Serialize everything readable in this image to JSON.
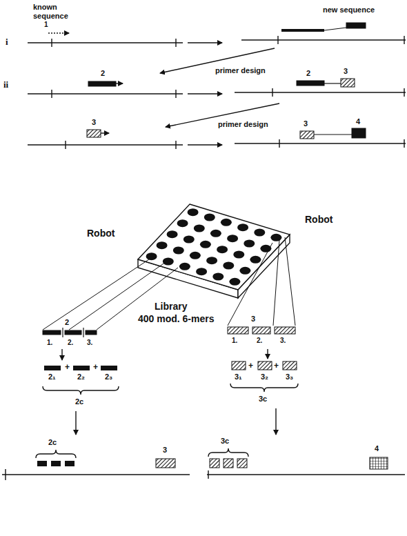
{
  "diagram": {
    "labels": [
      "known sequence",
      "new sequence",
      "1",
      "i",
      "primer design",
      "2",
      "2",
      "3",
      "ii",
      "primer design",
      "3",
      "3",
      "4",
      "Robot",
      "Robot",
      "Library",
      "400 mod. 6-mers",
      "2",
      "1.",
      "2.",
      "3.",
      "3",
      "1.",
      "2.",
      "3.",
      "2₁",
      "+",
      "2₂",
      "+",
      "2₃",
      "2c",
      "3₁",
      "+",
      "3₂",
      "+",
      "3₃",
      "3c",
      "2c",
      "3",
      "3c",
      "4"
    ]
  }
}
